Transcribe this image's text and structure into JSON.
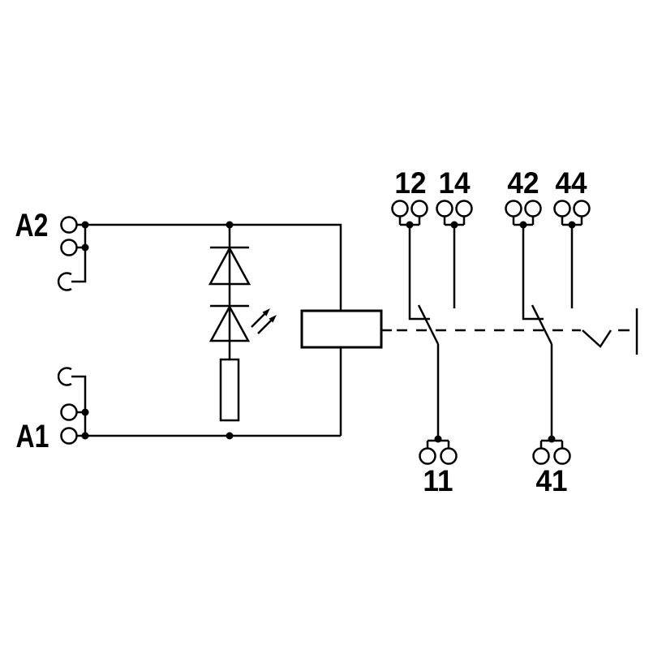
{
  "colors": {
    "line": "#000000",
    "background": "#ffffff"
  },
  "coil_inputs": {
    "a2_label": "A2",
    "a1_label": "A1"
  },
  "contact1": {
    "nc_label": "12",
    "no_label": "14",
    "common_label": "11"
  },
  "contact2": {
    "nc_label": "42",
    "no_label": "44",
    "common_label": "41"
  },
  "symbols": {
    "suppression_diode": "diode-icon",
    "status_led": "led-icon",
    "series_resistor": "resistor-icon",
    "relay_coil": "relay-coil-icon",
    "mechanical_link": "dashed-actuator-link",
    "contacts": "changeover-contact"
  }
}
